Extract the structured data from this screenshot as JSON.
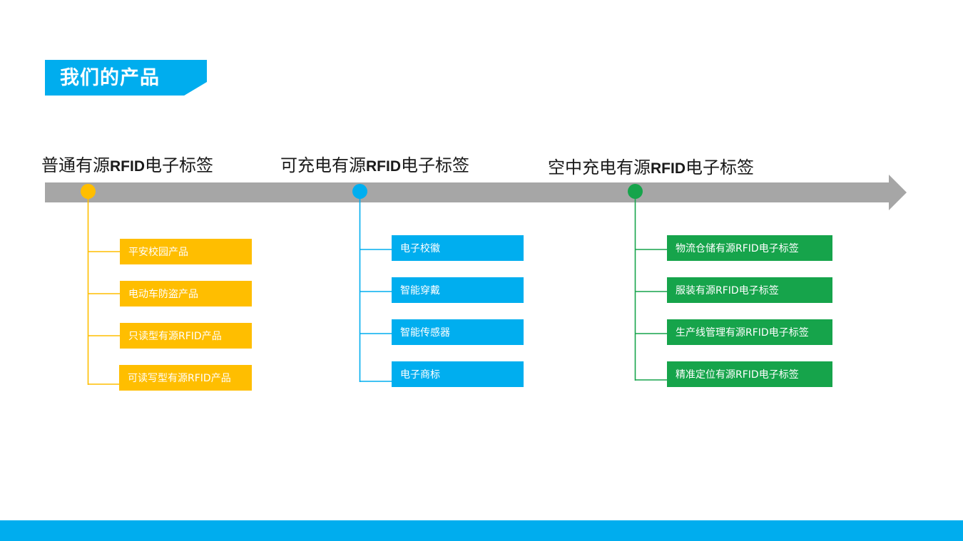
{
  "page": {
    "title": "我们的产品",
    "background": "#ffffff"
  },
  "colors": {
    "banner": "#00ADEE",
    "arrow": "#A6A6A6",
    "stage_yellow": "#FFBE00",
    "stage_blue": "#00AEEF",
    "stage_green": "#16A44B",
    "bottom_bar": "#00ADEE",
    "text_dark": "#1a1a1a",
    "text_light": "#ffffff"
  },
  "banner": {
    "label": "我们的产品"
  },
  "timeline": {
    "direction": "right",
    "arrow_color": "#A6A6A6",
    "stages": [
      {
        "id": "stage-ordinary",
        "label_prefix": "普通有源",
        "label_rfid": "RFID",
        "label_suffix": "电子标签",
        "label_full": "普通有源RFID电子标签",
        "dot_color": "#FFBE00",
        "box_color": "#FFBE00",
        "items": [
          "平安校园产品",
          "电动车防盗产品",
          "只读型有源RFID产品",
          "可读写型有源RFID产品"
        ]
      },
      {
        "id": "stage-rechargeable",
        "label_prefix": "可充电有源",
        "label_rfid": "RFID",
        "label_suffix": "电子标签",
        "label_full": "可充电有源RFID电子标签",
        "dot_color": "#00AEEF",
        "box_color": "#00AEEF",
        "items": [
          "电子校徽",
          "智能穿戴",
          "智能传感器",
          "电子商标"
        ]
      },
      {
        "id": "stage-wireless-charging",
        "label_prefix": "空中充电有源",
        "label_rfid": "RFID",
        "label_suffix": "电子标签",
        "label_full": "空中充电有源RFID电子标签",
        "dot_color": "#16A44B",
        "box_color": "#16A44B",
        "items": [
          "物流仓储有源RFID电子标签",
          "服装有源RFID电子标签",
          "生产线管理有源RFID电子标签",
          "精准定位有源RFID电子标签"
        ]
      }
    ]
  }
}
